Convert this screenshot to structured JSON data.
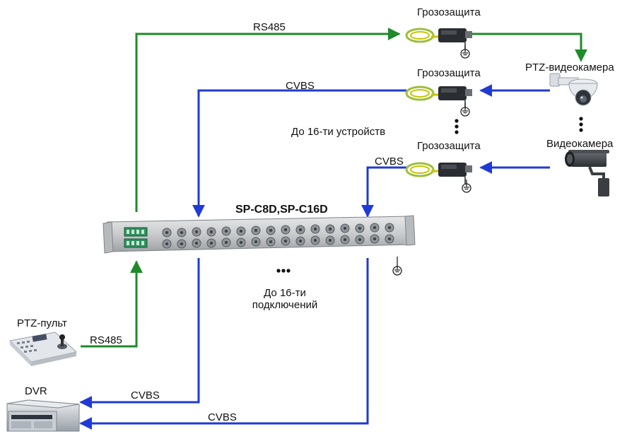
{
  "labels": {
    "surge_top": "Грозозащита",
    "surge_mid": "Грозозащита",
    "surge_bottom": "Грозозащита",
    "rs485_top": "RS485",
    "cvbs_top": "CVBS",
    "cvbs_mid": "CVBS",
    "up_to_16_devices": "До 16-ти устройств",
    "ptz_camera": "PTZ-видеокамера",
    "camera": "Видеокамера",
    "model": "SP-C8D,SP-C16D",
    "up_to_16_connections_line1": "До 16-ти",
    "up_to_16_connections_line2": "подключений",
    "ptz_console": "PTZ-пульт",
    "rs485_bottom": "RS485",
    "dvr": "DVR",
    "cvbs_dvr1": "CVBS",
    "cvbs_dvr2": "CVBS"
  },
  "colors": {
    "rs485_line": "#1f8a2a",
    "cvbs_line": "#1f3ad6",
    "ground_wire": "#c8c400",
    "panel": "#c9cbcd",
    "bnc": "#8f9498",
    "terminal": "#2f8f5e"
  },
  "icons": [
    "surge-protector-icon",
    "ground-icon",
    "ptz-camera-icon",
    "box-camera-icon",
    "patch-panel-icon",
    "ptz-keyboard-icon",
    "dvr-icon",
    "ellipsis-dots-icon"
  ]
}
